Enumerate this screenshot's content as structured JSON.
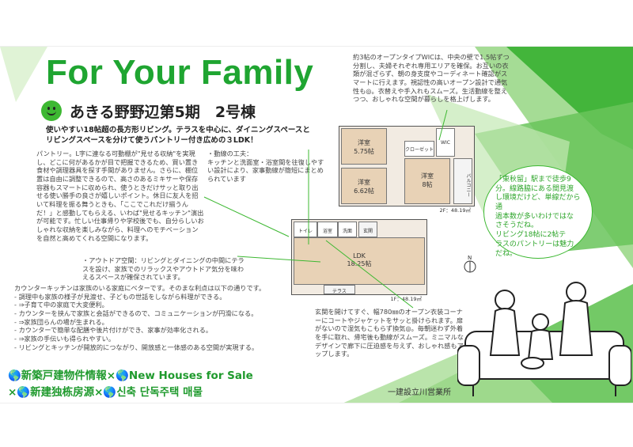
{
  "title": "For Your Family",
  "property_name": "あきる野野辺第5期　2号棟",
  "headline": "使いやすい18帖超の長方形リビング。テラスを中心に、ダイニングスペースとリビングスペースを分けて使うパントリー付き広めの３LDK！",
  "pantry_text": "パントリー。L字に連なる可動棚が\"見せる収納\"を実現し、どこに何があるかが目で把握できるため、買い置き食材や調理器具を探す手間がありません。さらに、棚位置は自由に調整できるので、高さのあるミキサーや保存容器もスマートに収められ、使うときだけサッと取り出せる使い勝手の良さが嬉しいポイント。休日に友人を招いて料理を振る舞うときも、「ここでこれだけ揃うんだ！」と感動してもらえる、いわば\"見せるキッチン\"演出が可能です。忙しい仕事帰りや学校後でも、自分らしいおしゃれな収納を楽しみながら、料理へのモチベーションを自然と高めてくれる空間になります。",
  "flow_text": "・動線の工夫：\nキッチンと洗面室・浴室間を往復しやすい設計により、家事動線が簡短にまとめられています",
  "outdoor_text": "・アウトドア空間：リビングとダイニングの中間にテラスを設け、家族でのリラックスやアウトドア気分を味わえるスペースが確保されています。",
  "counter_title": "カウンターキッチンは家族のいる家庭にベターです。そのまな利点は以下の通りです。",
  "counter_points": [
    "調理中も家族の様子が見渡せ、子どもの世話をしながら料理ができる。",
    "⇒子育て中の家庭で大変便利。",
    "カウンターを挟んで家族と会話ができるので、コミュニケーションが円滑になる。",
    "⇒家族団らんの場が生まれる。",
    "カウンターで簡単な配膳や後片付けができ、家事が効率化される。",
    "⇒家族の手伝いも得られやすい。",
    "リビングとキッチンが開放的につながり、開放感と一体感のある空間が実現する。"
  ],
  "wic_text": "約3帖のオープンタイプWICは、中央の壁で1.5帖ずつ分割し、夫婦それぞれ専用エリアを確保。お互いの衣類が混ざらず、朝の身支度やコーディネート確認がスマートに行えます。視認性の高いオープン設計で通気性も◎。衣替えや手入れもスムーズ。生活動線を整えつつ、おしゃれな空間が暮らしを格上げします。",
  "entry_text": "玄関を開けてすぐ、幅780㎜のオープン衣装コーナーにコートやジャケットをサッと掛けられます。扉がないので湿気もこもらず換気◎。毎朝迷わず外着を手に取れ、帰宅後も動線がスムーズ。ミニマルなデザインで廊下に圧迫感を与えず、おしゃれ感もアップします。",
  "bubble_lines": [
    "「東秋留」駅まで徒歩9",
    "分。線路脇にある間見渡",
    "し環境だけど、単線だから通",
    "過本数が多いわけではな",
    "さそうだね。",
    "リビング18帖に2帖テ",
    "ラスのパントリーは魅力",
    "だね。"
  ],
  "tagline_1": "🌎新築戸建物件情報×🌎New Houses for Sale",
  "tagline_2": "×🌎新建独栋房源×🌎신축 단독주택 매물",
  "company": "一建設立川営業所",
  "floor2": {
    "label": "2F：48.19㎡",
    "rooms": [
      "洋室\n5.75帖",
      "洋室\n6.62帖",
      "洋室\n8帖",
      "クローゼット",
      "WIC",
      "バルコニー"
    ]
  },
  "floor1": {
    "label": "1F：48.19㎡",
    "rooms": [
      "LDK\n18.25帖",
      "浴室",
      "洗面",
      "トイレ",
      "玄関",
      "テラス"
    ]
  },
  "colors": {
    "accent_green": "#1fa531",
    "shard_green": "#4cb944",
    "wood": "#e8d2b6"
  }
}
